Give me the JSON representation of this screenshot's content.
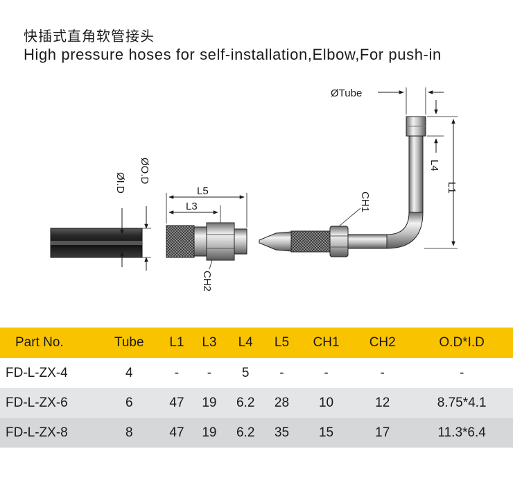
{
  "title": {
    "cn": "快插式直角软管接头",
    "en": "High pressure hoses for self-installation,Elbow,For push-in"
  },
  "drawing": {
    "labels": {
      "tube": "ØTube",
      "od": "ØO.D",
      "id": "ØI.D",
      "l5": "L5",
      "l3": "L3",
      "ch2": "CH2",
      "ch1": "CH1",
      "l4": "L4",
      "l1": "L1"
    }
  },
  "table": {
    "headers": [
      "Part No.",
      "Tube",
      "L1",
      "L3",
      "L4",
      "L5",
      "CH1",
      "CH2",
      "O.D*I.D"
    ],
    "rows": [
      [
        "FD-L-ZX-4",
        "4",
        "-",
        "-",
        "5",
        "-",
        "-",
        "-",
        "-"
      ],
      [
        "FD-L-ZX-6",
        "6",
        "47",
        "19",
        "6.2",
        "28",
        "10",
        "12",
        "8.75*4.1"
      ],
      [
        "FD-L-ZX-8",
        "8",
        "47",
        "19",
        "6.2",
        "35",
        "15",
        "17",
        "11.3*6.4"
      ]
    ]
  },
  "colors": {
    "header_bg": "#f9c300",
    "row_light": "#e4e5e7",
    "row_dark": "#d5d7d9"
  }
}
